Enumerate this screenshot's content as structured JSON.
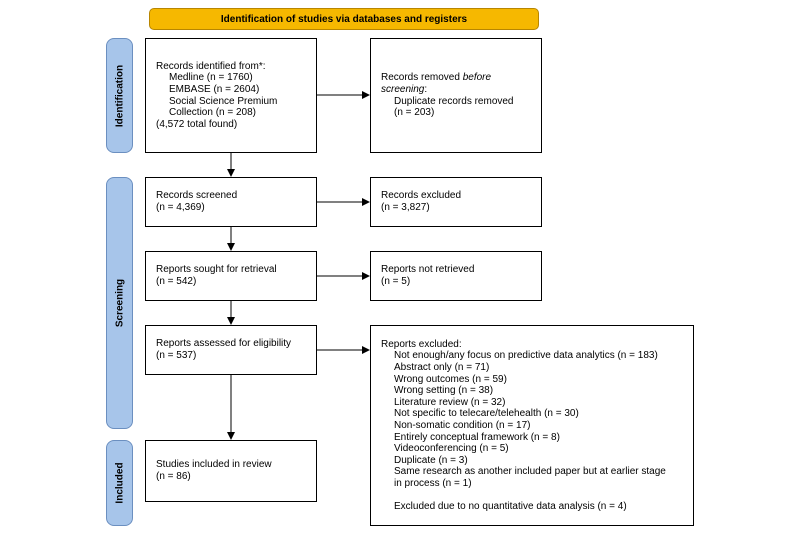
{
  "header": {
    "title": "Identification of studies via databases and registers"
  },
  "phases": {
    "identification": "Identification",
    "screening": "Screening",
    "included": "Included"
  },
  "identified": {
    "title": "Records identified from*:",
    "sources": [
      "Medline (n = 1760)",
      "EMBASE (n = 2604)",
      "Social Science Premium",
      "Collection (n = 208)"
    ],
    "total": "(4,572 total found)"
  },
  "removed": {
    "title_pre": "Records removed ",
    "title_em": "before",
    "title_em2": "screening",
    "title_post": ":",
    "line1": "Duplicate records removed",
    "line2": "(n = 203)"
  },
  "screened": {
    "title": "Records screened",
    "n": "(n = 4,369)"
  },
  "excluded": {
    "title": "Records excluded",
    "n": "(n = 3,827)"
  },
  "sought": {
    "title": "Reports sought for retrieval",
    "n": "(n = 542)"
  },
  "not_retrieved": {
    "title": "Reports not retrieved",
    "n": "(n = 5)"
  },
  "assessed": {
    "title": "Reports assessed for eligibility",
    "n": "(n = 537)"
  },
  "reports_excluded": {
    "title": "Reports excluded:",
    "reasons": [
      "Not enough/any focus on predictive data analytics (n = 183)",
      "Abstract only (n = 71)",
      "Wrong outcomes (n = 59)",
      "Wrong setting (n = 38)",
      "Literature review (n = 32)",
      "Not specific to telecare/telehealth (n = 30)",
      "Non-somatic condition (n = 17)",
      "Entirely conceptual framework (n = 8)",
      "Videoconferencing (n = 5)",
      "Duplicate (n = 3)",
      "Same research as another included paper but at earlier stage",
      "in process (n = 1)"
    ],
    "final": "Excluded due to no quantitative data analysis (n = 4)"
  },
  "included": {
    "title": "Studies included in review",
    "n": "(n = 86)"
  },
  "colors": {
    "header": "#f6b800",
    "phase": "#a7c5ea"
  }
}
